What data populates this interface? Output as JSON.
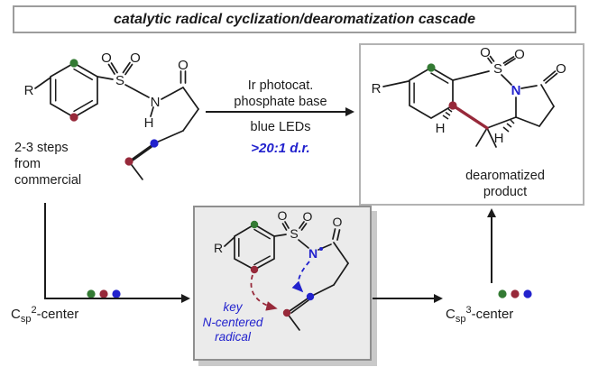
{
  "title": "catalytic radical cyclization/dearomatization cascade",
  "colors": {
    "green": "#337a33",
    "red": "#97293a",
    "blue": "#2222cd"
  },
  "reaction": {
    "condition_line1": "Ir photocat.",
    "condition_line2": "phosphate base",
    "condition_line3": "blue LEDs",
    "selectivity": ">20:1 d.r."
  },
  "substrate": {
    "r": "R",
    "s": "S",
    "o_left": "O",
    "o_right": "O",
    "n": "N",
    "h": "H",
    "o_carbonyl": "O",
    "note": [
      "2-3 steps",
      "from",
      "commercial"
    ]
  },
  "product": {
    "r": "R",
    "s": "S",
    "o_left": "O",
    "o_right": "O",
    "n": "N",
    "o_carbonyl": "O",
    "h_aryl": "H",
    "h_ring": "H",
    "caption": [
      "dearomatized",
      "product"
    ]
  },
  "intermediate": {
    "r": "R",
    "s": "S",
    "o_left": "O",
    "o_right": "O",
    "n": "N",
    "o_carbonyl": "O",
    "caption": [
      "key",
      "N-centered",
      "radical"
    ]
  },
  "legend_sp2": {
    "c": "C",
    "sub": "sp",
    "sup": "2",
    "suffix": "-center"
  },
  "legend_sp3": {
    "c": "C",
    "sub": "sp",
    "sup": "3",
    "suffix": "-center"
  }
}
